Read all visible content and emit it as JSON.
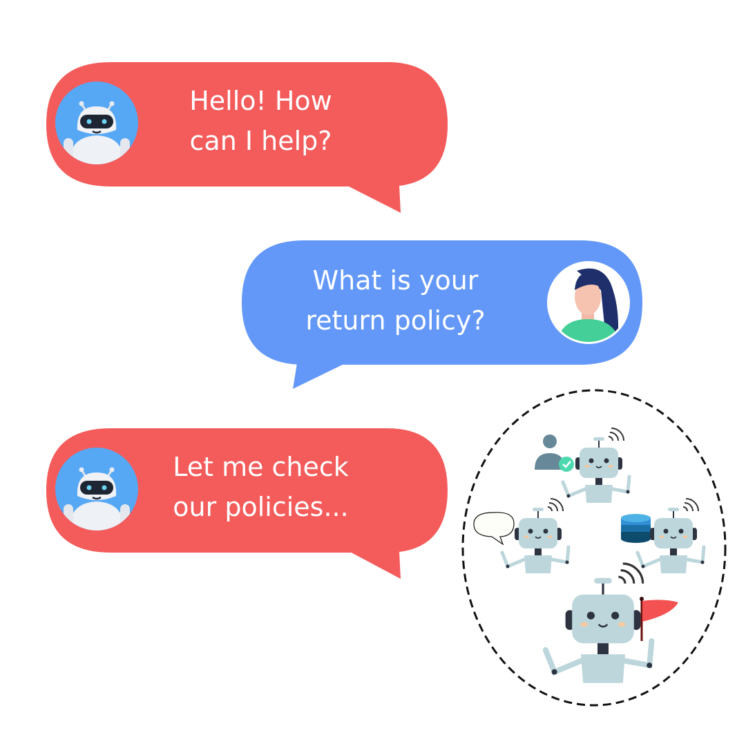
{
  "messages": [
    {
      "sender": "bot",
      "text": "Hello! How\ncan I help?"
    },
    {
      "sender": "user",
      "text": "What is your\nreturn policy?"
    },
    {
      "sender": "bot",
      "text": "Let me check\nour policies..."
    }
  ],
  "colors": {
    "bot_bubble": "#F45B5B",
    "user_bubble": "#6398F9",
    "avatar_bg": "#56A8F5",
    "robot_body": "#BCD6DB",
    "flag": "#F45252",
    "check": "#4CD9B0"
  },
  "agent_group": {
    "icons": [
      "user-check-icon",
      "speech-bubble-icon",
      "database-icon",
      "flag-icon"
    ]
  }
}
